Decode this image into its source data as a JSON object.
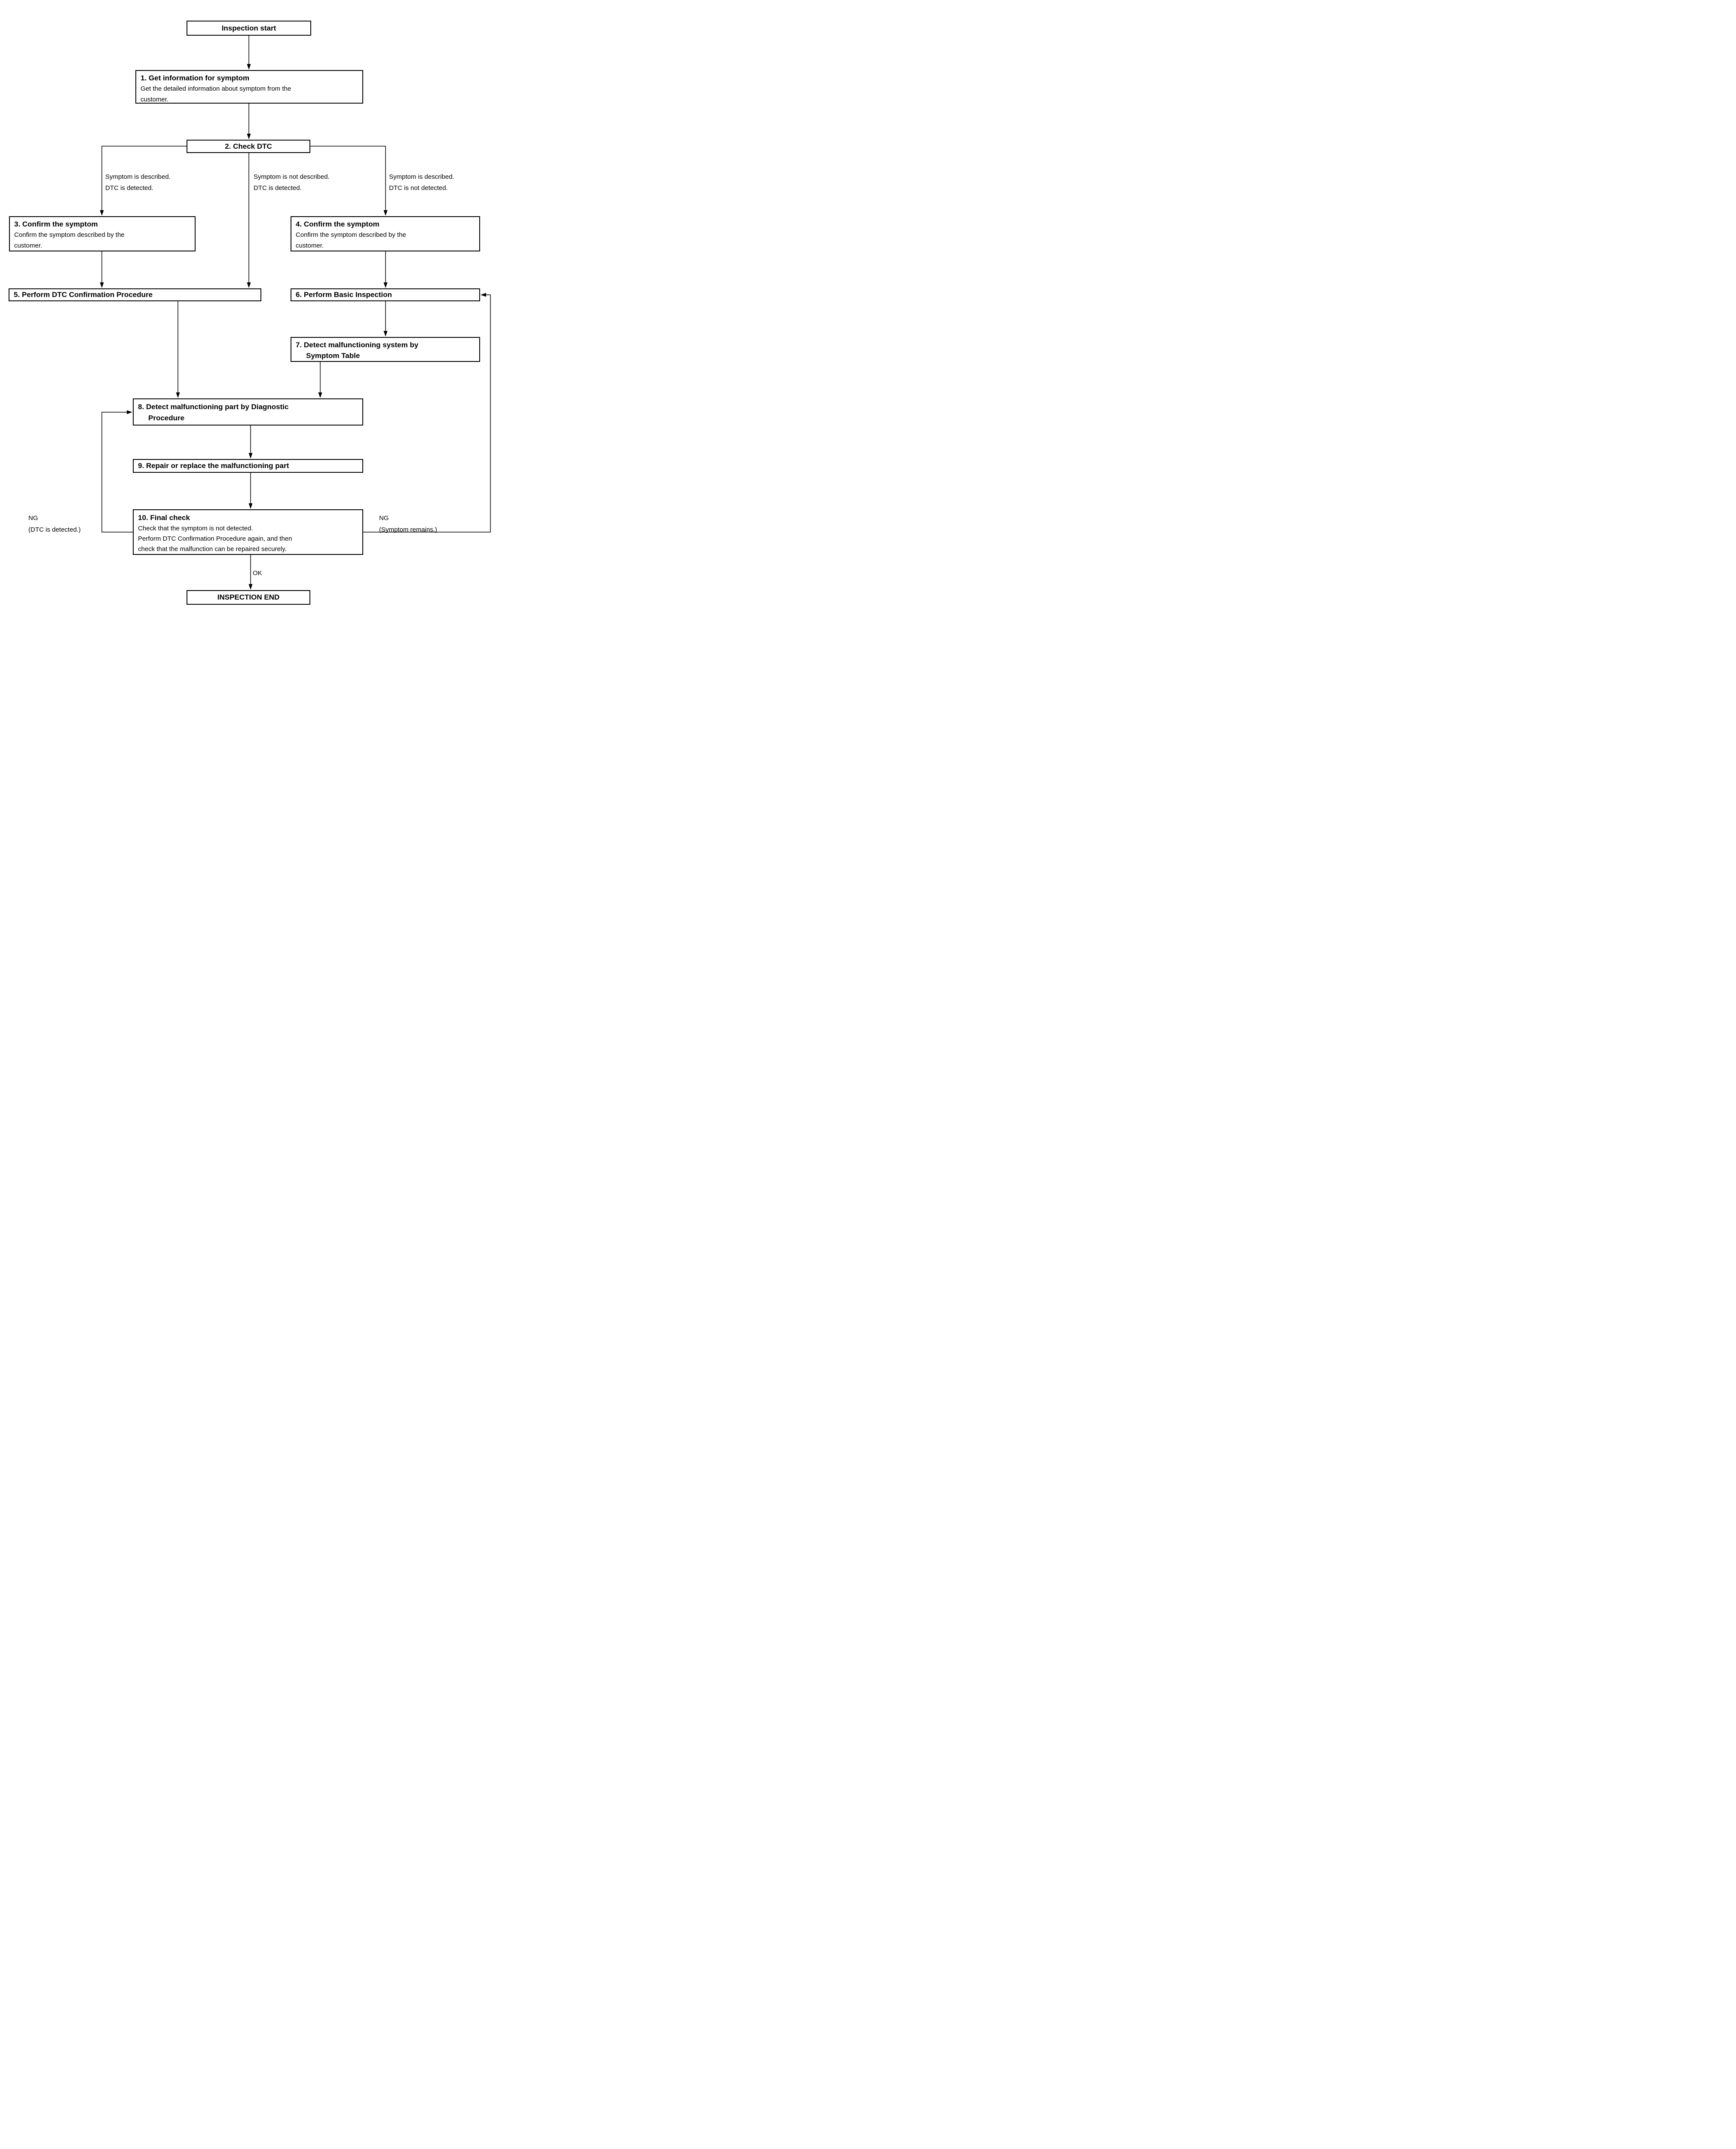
{
  "nodes": {
    "start": {
      "label": "Inspection start"
    },
    "step1": {
      "title": "1. Get information for symptom",
      "body": [
        "Get the detailed information about symptom from the",
        "customer."
      ]
    },
    "step2": {
      "title": "2. Check DTC"
    },
    "step3": {
      "title": "3. Confirm the symptom",
      "body": [
        "Confirm the symptom described by the",
        "customer."
      ]
    },
    "step4": {
      "title": "4. Confirm the symptom",
      "body": [
        "Confirm the symptom described by the",
        "customer."
      ]
    },
    "step5": {
      "title": "5. Perform DTC Confirmation Procedure"
    },
    "step6": {
      "title": "6. Perform Basic Inspection"
    },
    "step7": {
      "title_lines": [
        "7. Detect malfunctioning system by",
        "Symptom Table"
      ]
    },
    "step8": {
      "title_lines": [
        "8. Detect malfunctioning part by Diagnostic",
        "Procedure"
      ]
    },
    "step9": {
      "title": "9. Repair or replace the malfunctioning part"
    },
    "step10": {
      "title": "10. Final check",
      "body": [
        "Check that the symptom is not detected.",
        "Perform DTC Confirmation Procedure again, and then",
        "check that the malfunction can be repaired securely."
      ]
    },
    "end": {
      "label": "INSPECTION END"
    }
  },
  "branch_labels": {
    "left": [
      "Symptom is described.",
      "DTC is detected."
    ],
    "middle": [
      "Symptom is not described.",
      "DTC is detected."
    ],
    "right": [
      "Symptom is described.",
      "DTC is not detected."
    ]
  },
  "edge_labels": {
    "ok": "OK",
    "ng_left": [
      "NG",
      "(DTC is detected.)"
    ],
    "ng_right": [
      "NG",
      "(Symptom remains.)"
    ]
  },
  "colors": {
    "ink": "#000000",
    "background": "#ffffff",
    "box_fill": "#ffffff"
  }
}
